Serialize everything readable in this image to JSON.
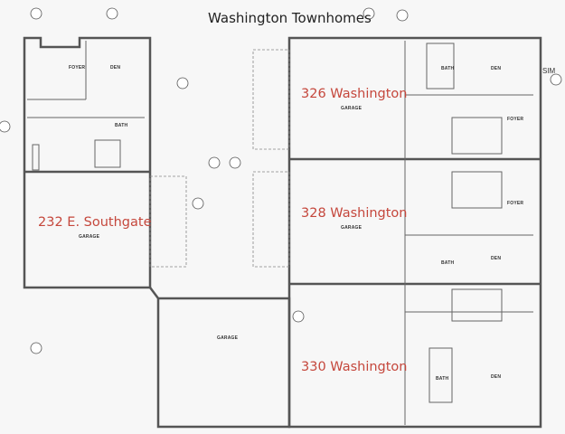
{
  "title": "Washington Townhomes",
  "units": {
    "southgate": "232 E. Southgate",
    "w326": "326 Washington",
    "w328": "328 Washington",
    "w330": "330 Washington"
  },
  "rooms": {
    "foyer": "FOYER",
    "den": "DEN",
    "bath": "BATH",
    "garage": "GARAGE"
  },
  "sim_label": "SIM",
  "colors": {
    "unit_label": "#c5473c",
    "wall": "#555555",
    "background": "#f7f7f7"
  }
}
